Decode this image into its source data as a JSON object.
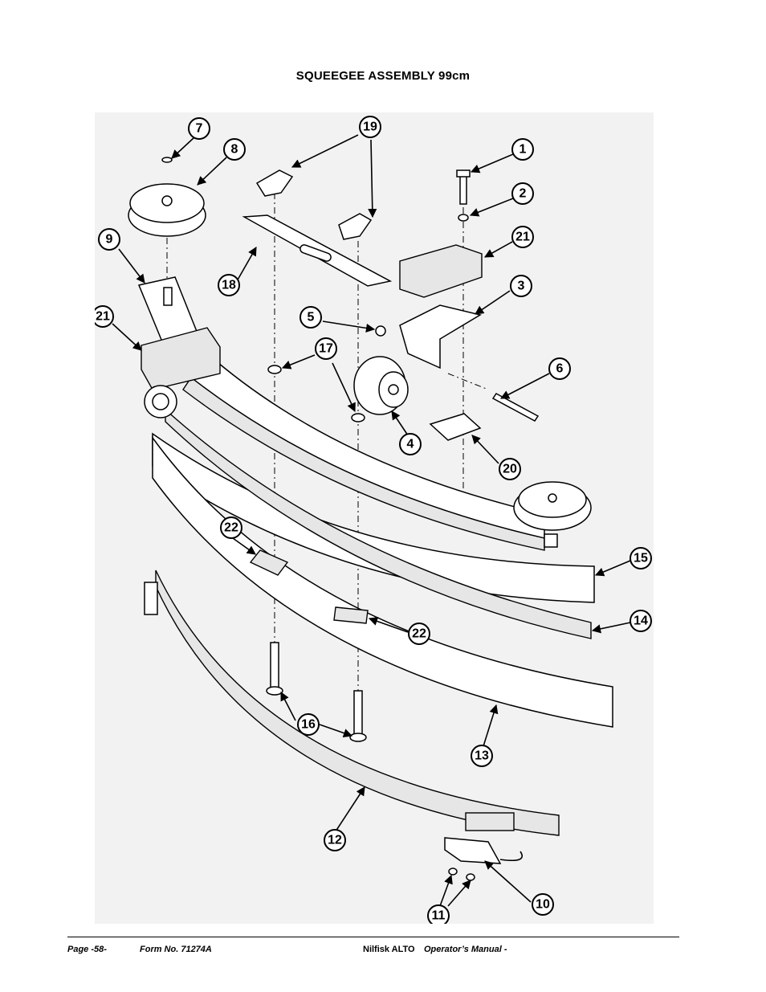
{
  "title": "SQUEEGEE ASSEMBLY 99cm",
  "callouts": [
    "1",
    "2",
    "3",
    "4",
    "5",
    "6",
    "7",
    "8",
    "9",
    "10",
    "11",
    "12",
    "13",
    "14",
    "15",
    "16",
    "17",
    "18",
    "19",
    "20",
    "21",
    "21",
    "22",
    "22"
  ],
  "footer": {
    "page": "Page  -58-",
    "form": "Form No. 71274A",
    "brand": "Nilfisk ALTO",
    "manual": "Operator’s Manual -"
  }
}
